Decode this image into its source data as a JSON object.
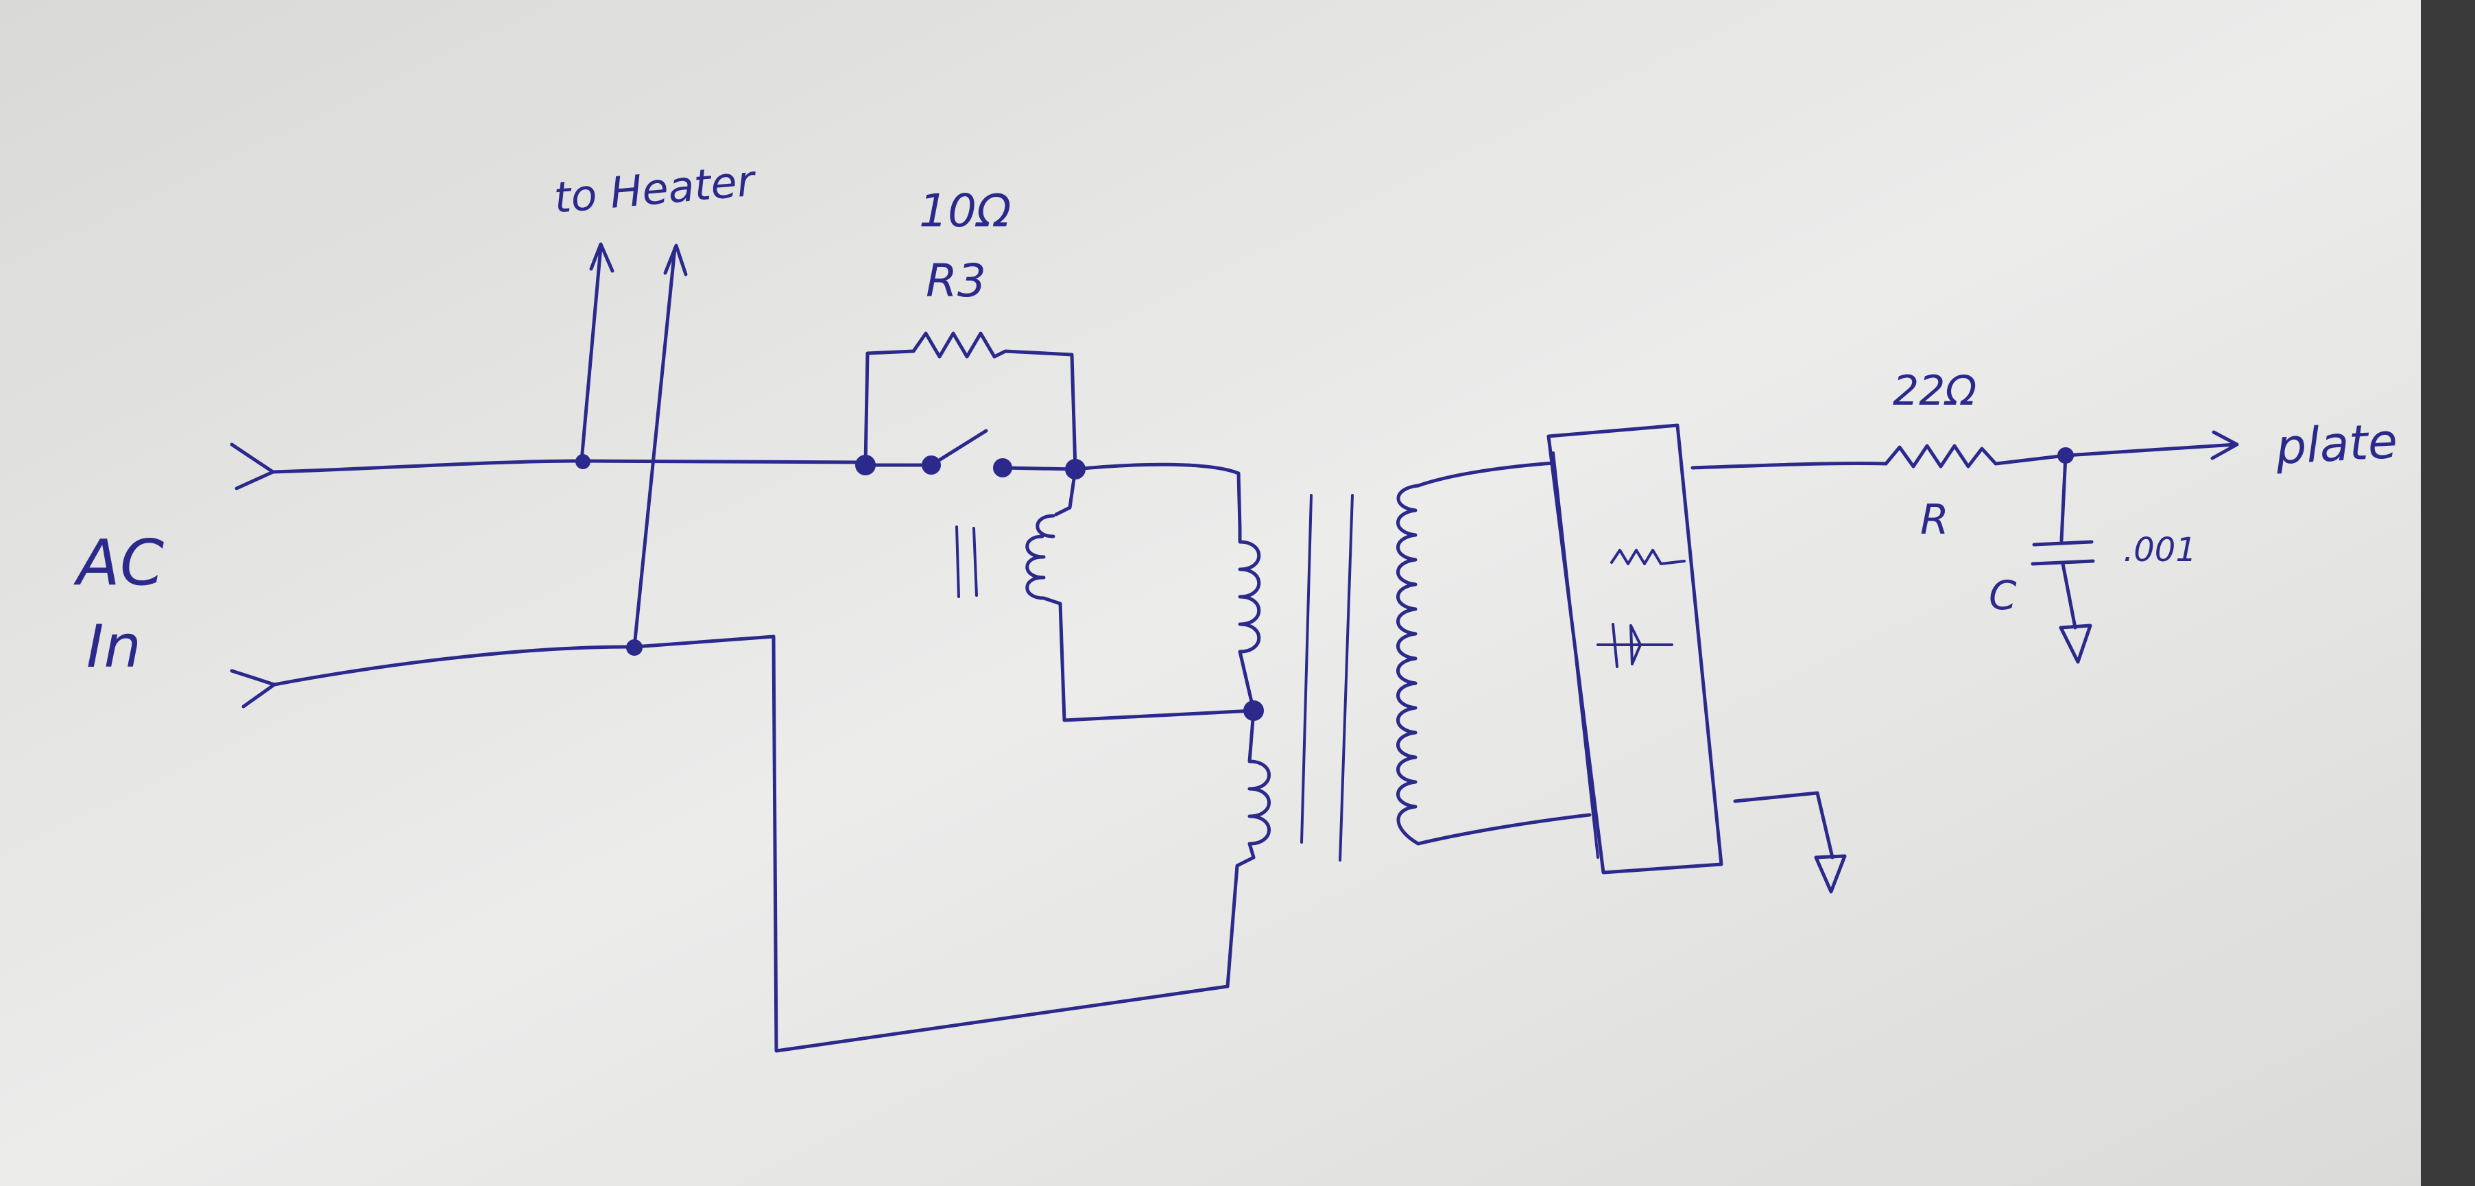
{
  "diagram": {
    "labels": {
      "ac_line1": "AC",
      "ac_line2": "In",
      "to_heater": "to Heater",
      "r3_value": "10Ω",
      "r3_name": "R3",
      "r_value": "22Ω",
      "r_name": "R",
      "cap_name": "C",
      "cap_value": ".001",
      "plate": "plate"
    },
    "colors": {
      "paper": "#ebebea",
      "ink": "#2b2a8c"
    }
  }
}
